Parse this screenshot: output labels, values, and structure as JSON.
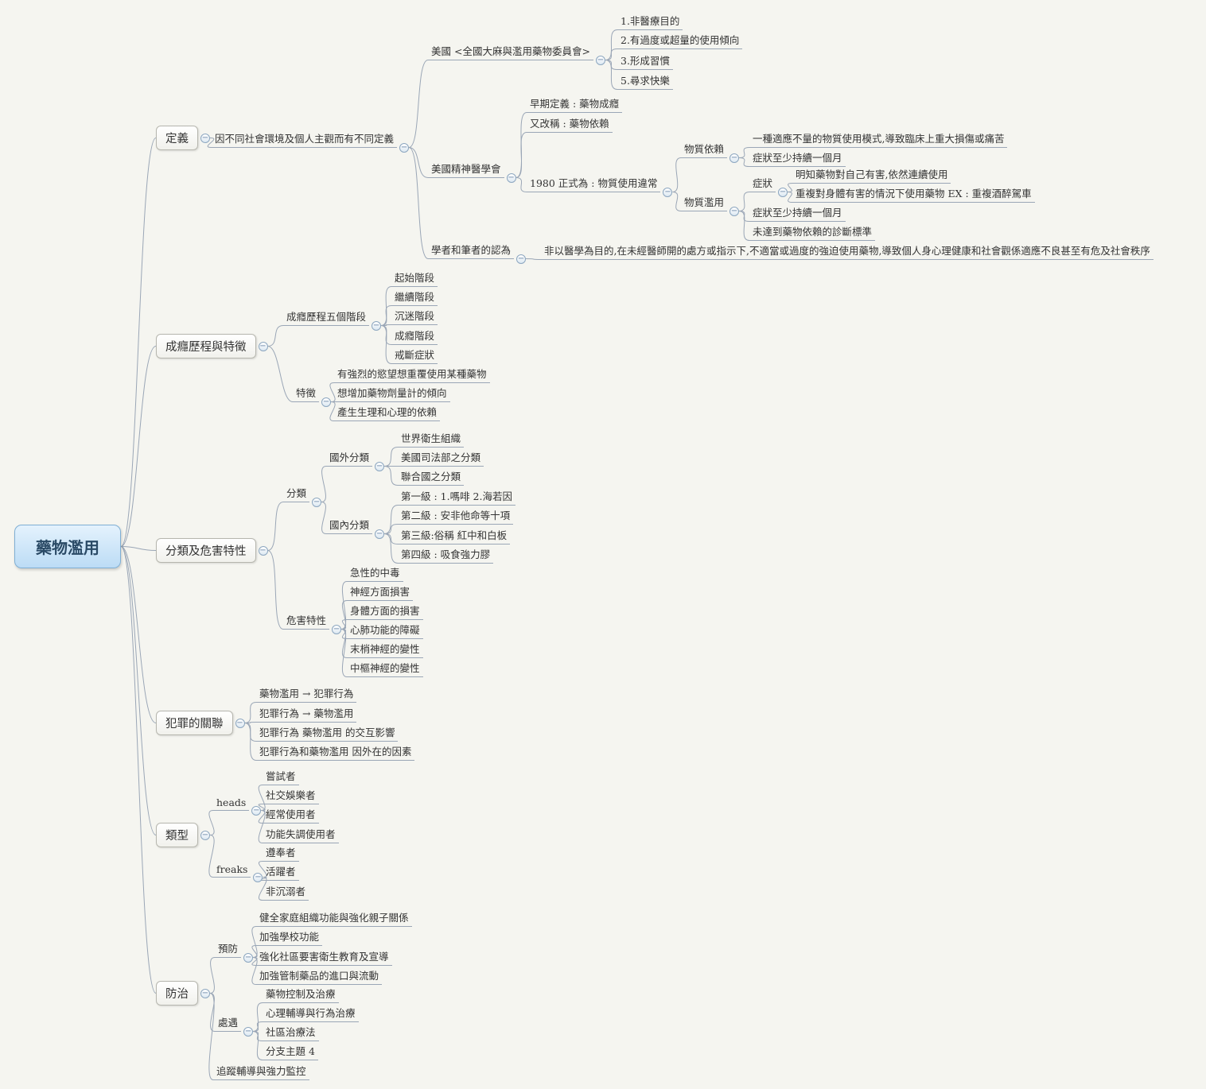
{
  "colors": {
    "background": "#f5f5f0",
    "root_fill": "#cde6f9",
    "root_border": "#7fafd4",
    "topic_fill": "#ffffff",
    "topic_border": "#b6b6ae",
    "line": "#9aa6b6",
    "text": "#333333"
  },
  "icons": {
    "collapse": "−"
  },
  "root": {
    "label": "藥物濫用",
    "children": [
      {
        "label": "定義",
        "children": [
          {
            "label": "因不同社會環境及個人主觀而有不同定義",
            "children": [
              {
                "label": "美國 <全國大麻與濫用藥物委員會>",
                "children": [
                  {
                    "label": "1.非醫療目的"
                  },
                  {
                    "label": "2.有過度或超量的使用傾向"
                  },
                  {
                    "label": "3.形成習慣"
                  },
                  {
                    "label": "5.尋求快樂"
                  }
                ]
              },
              {
                "label": "美國精神醫學會",
                "children": [
                  {
                    "label": "早期定義 : 藥物成癮"
                  },
                  {
                    "label": "又改稱 : 藥物依賴"
                  },
                  {
                    "label": "1980 正式為 : 物質使用違常",
                    "children": [
                      {
                        "label": "物質依賴",
                        "children": [
                          {
                            "label": "一種適應不量的物質使用模式,導致臨床上重大損傷或痛苦"
                          },
                          {
                            "label": "症狀至少持續一個月"
                          }
                        ]
                      },
                      {
                        "label": "物質濫用",
                        "children": [
                          {
                            "label": "症狀",
                            "children": [
                              {
                                "label": "明知藥物對自己有害,依然連續使用"
                              },
                              {
                                "label": "重複對身體有害的情況下使用藥物 EX : 重複酒醉駕車"
                              }
                            ]
                          },
                          {
                            "label": "症狀至少持續一個月"
                          },
                          {
                            "label": "未達到藥物依賴的診斷標準"
                          }
                        ]
                      }
                    ]
                  }
                ]
              },
              {
                "label": "學者和筆者的認為",
                "children": [
                  {
                    "label": "非以醫學為目的,在未經醫師開的處方或指示下,不適當或過度的強迫使用藥物,導致個人身心理健康和社會觀係適應不良甚至有危及社會秩序"
                  }
                ]
              }
            ]
          }
        ]
      },
      {
        "label": "成癮歷程與特徵",
        "children": [
          {
            "label": "成癮歷程五個階段",
            "children": [
              {
                "label": "起始階段"
              },
              {
                "label": "繼續階段"
              },
              {
                "label": "沉迷階段"
              },
              {
                "label": "成癮階段"
              },
              {
                "label": "戒斷症狀"
              }
            ]
          },
          {
            "label": "特徵",
            "children": [
              {
                "label": "有強烈的慾望想重覆使用某種藥物"
              },
              {
                "label": "想增加藥物劑量計的傾向"
              },
              {
                "label": "產生生理和心理的依賴"
              }
            ]
          }
        ]
      },
      {
        "label": "分類及危害特性",
        "children": [
          {
            "label": "分類",
            "children": [
              {
                "label": "國外分類",
                "children": [
                  {
                    "label": "世界衛生組織"
                  },
                  {
                    "label": "美國司法部之分類"
                  },
                  {
                    "label": "聯合國之分類"
                  }
                ]
              },
              {
                "label": "國內分類",
                "children": [
                  {
                    "label": "第一級 : 1.嗎啡 2.海若因"
                  },
                  {
                    "label": "第二級 : 安非他命等十項"
                  },
                  {
                    "label": "第三級:俗稱 紅中和白板"
                  },
                  {
                    "label": "第四級 : 吸食強力膠"
                  }
                ]
              }
            ]
          },
          {
            "label": "危害特性",
            "children": [
              {
                "label": "急性的中毒"
              },
              {
                "label": "神經方面損害"
              },
              {
                "label": "身體方面的損害"
              },
              {
                "label": "心肺功能的障礙"
              },
              {
                "label": "末梢神經的變性"
              },
              {
                "label": "中樞神經的變性"
              }
            ]
          }
        ]
      },
      {
        "label": "犯罪的關聯",
        "children": [
          {
            "label": "藥物濫用 → 犯罪行為"
          },
          {
            "label": "犯罪行為 → 藥物濫用"
          },
          {
            "label": "犯罪行為 藥物濫用 的交互影響"
          },
          {
            "label": "犯罪行為和藥物濫用 因外在的因素"
          }
        ]
      },
      {
        "label": "類型",
        "children": [
          {
            "label": "heads",
            "children": [
              {
                "label": "嘗試者"
              },
              {
                "label": "社交娛樂者"
              },
              {
                "label": "經常使用者"
              },
              {
                "label": "功能失調使用者"
              }
            ]
          },
          {
            "label": "freaks",
            "children": [
              {
                "label": "遵奉者"
              },
              {
                "label": "活躍者"
              },
              {
                "label": "非沉溺者"
              }
            ]
          }
        ]
      },
      {
        "label": "防治",
        "children": [
          {
            "label": "預防",
            "children": [
              {
                "label": "健全家庭組織功能與強化親子關係"
              },
              {
                "label": "加強學校功能"
              },
              {
                "label": "強化社區要害衛生教育及宣導"
              },
              {
                "label": "加強管制藥品的進口與流動"
              }
            ]
          },
          {
            "label": "處遇",
            "children": [
              {
                "label": "藥物控制及治療"
              },
              {
                "label": "心理輔導與行為治療"
              },
              {
                "label": "社區治療法"
              },
              {
                "label": "分支主題 4"
              }
            ]
          },
          {
            "label": "追蹤輔導與強力監控"
          }
        ]
      }
    ]
  }
}
